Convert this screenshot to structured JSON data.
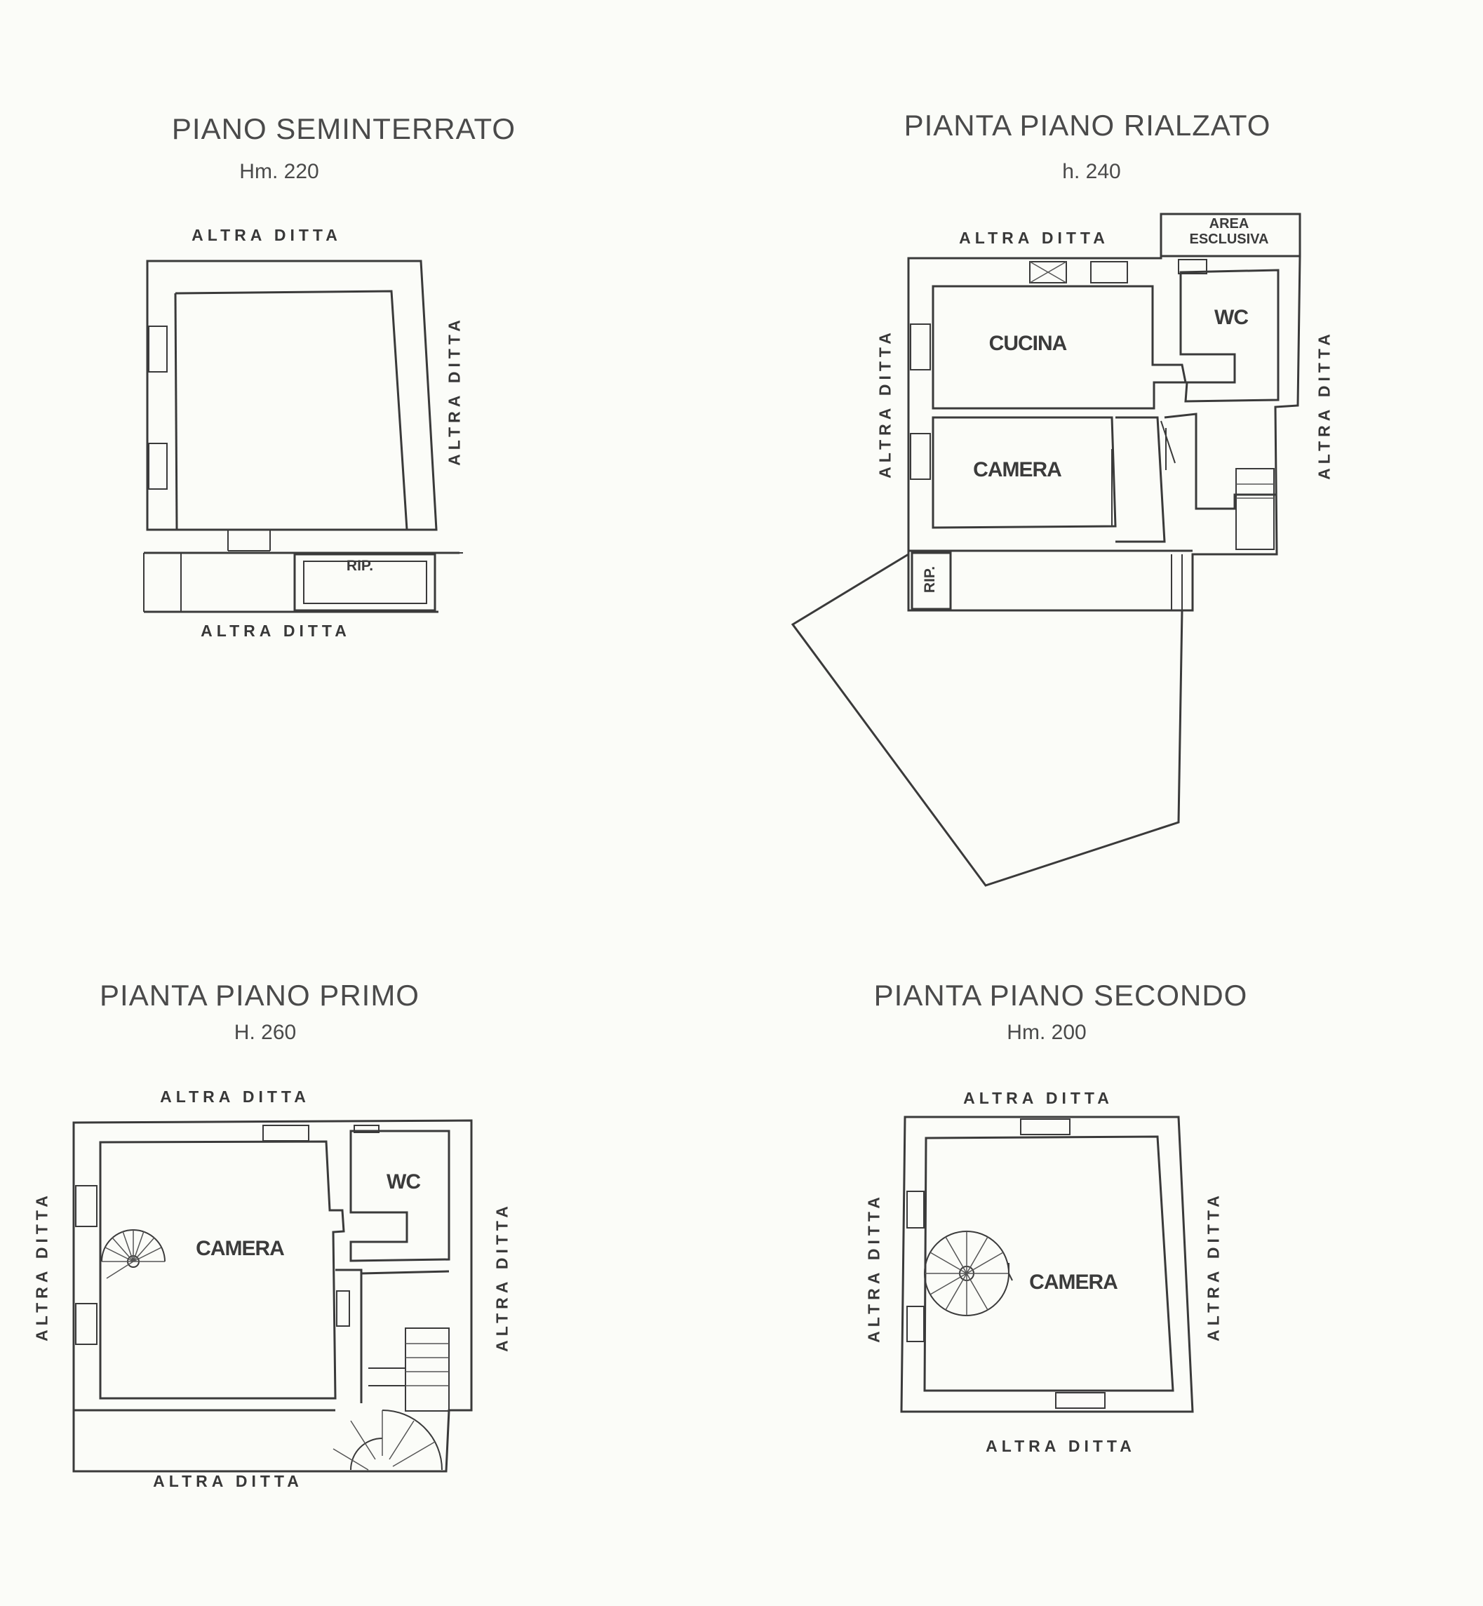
{
  "plans": {
    "seminterrato": {
      "title": "PIANO SEMINTERRATO",
      "height": "Hm. 220",
      "neighbor_top": "ALTRA DITTA",
      "neighbor_right": "ALTRA DITTA",
      "neighbor_bottom": "ALTRA DITTA",
      "room_rip": "RIP."
    },
    "rialzato": {
      "title": "PIANTA PIANO RIALZATO",
      "height": "h. 240",
      "neighbor_top": "ALTRA DITTA",
      "neighbor_left": "ALTRA DITTA",
      "neighbor_right": "ALTRA DITTA",
      "area_esclusiva": "AREA ESCLUSIVA",
      "room_cucina": "CUCINA",
      "room_camera": "CAMERA",
      "room_wc": "WC",
      "room_rip": "RIP."
    },
    "primo": {
      "title": "PIANTA PIANO PRIMO",
      "height": "H. 260",
      "neighbor_top": "ALTRA DITTA",
      "neighbor_left": "ALTRA DITTA",
      "neighbor_right": "ALTRA DITTA",
      "neighbor_bottom": "ALTRA DITTA",
      "room_camera": "CAMERA",
      "room_wc": "WC"
    },
    "secondo": {
      "title": "PIANTA PIANO SECONDO",
      "height": "Hm. 200",
      "neighbor_top": "ALTRA DITTA",
      "neighbor_left": "ALTRA DITTA",
      "neighbor_right": "ALTRA DITTA",
      "neighbor_bottom": "ALTRA DITTA",
      "room_camera": "CAMERA"
    }
  }
}
